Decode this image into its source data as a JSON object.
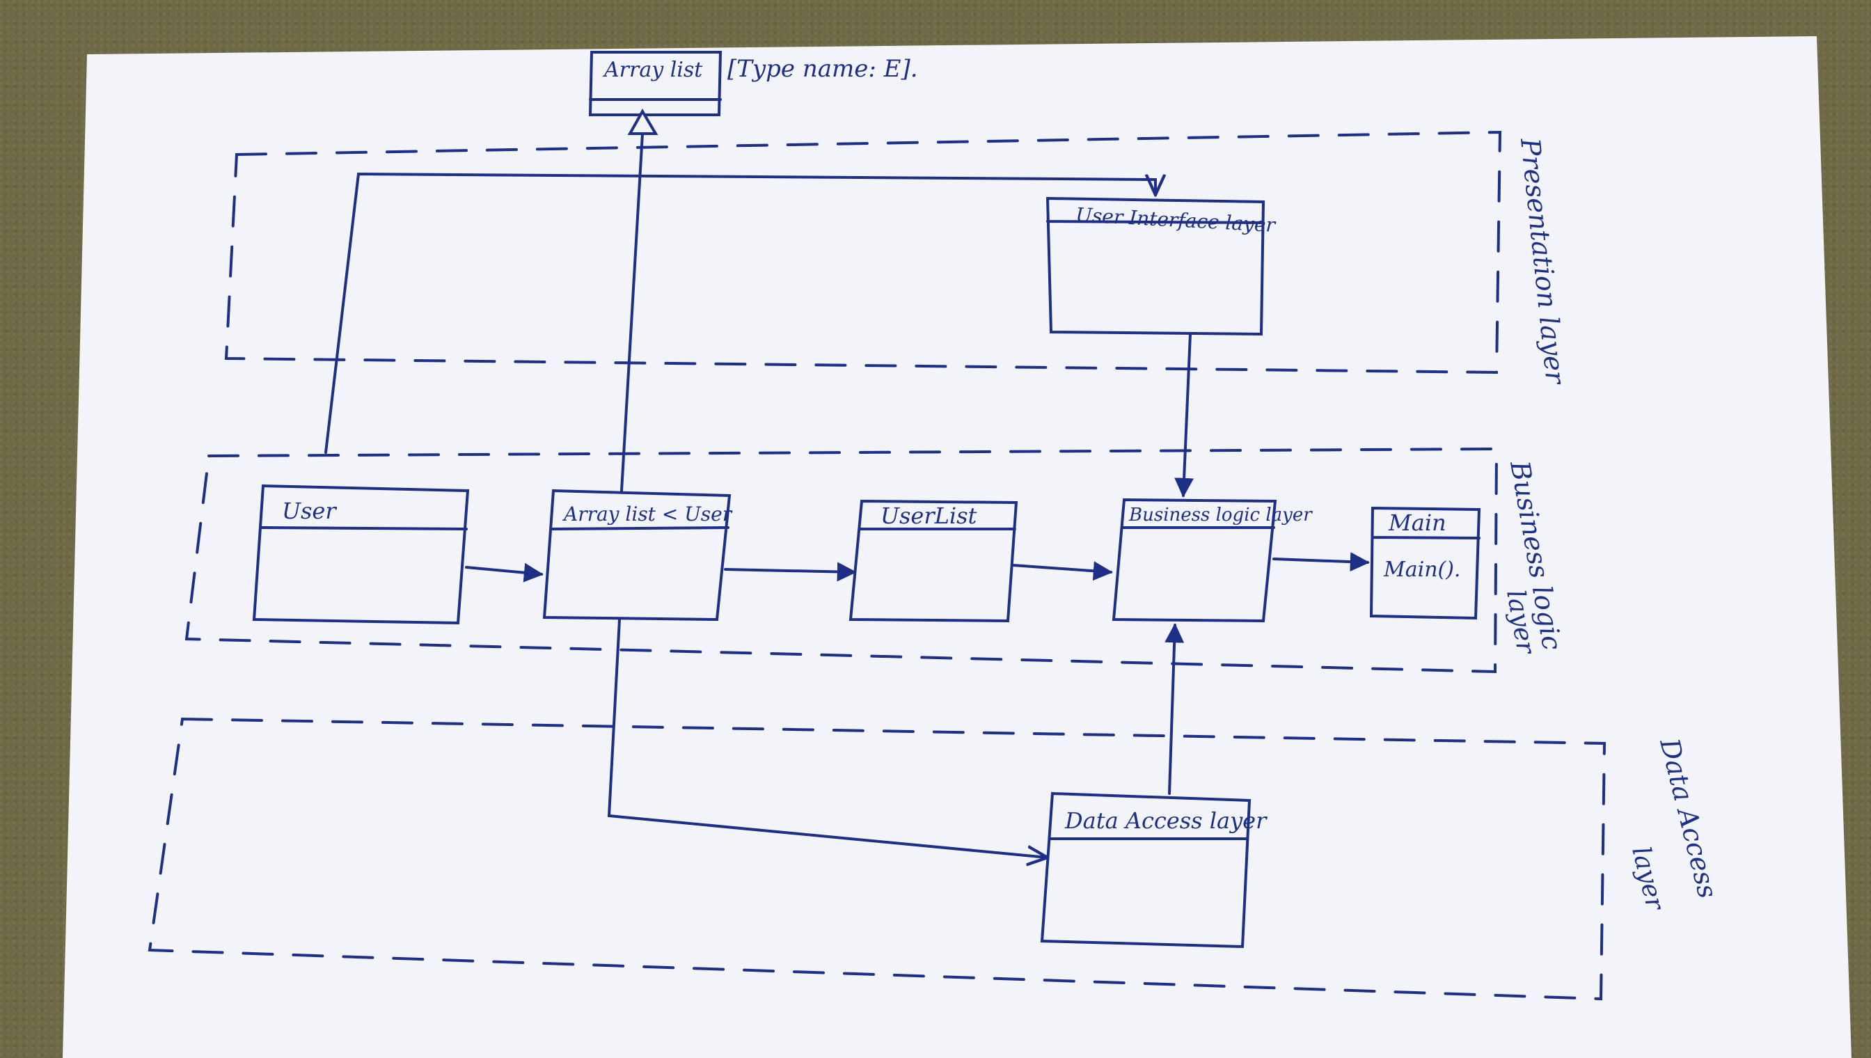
{
  "diagram": {
    "ink_color": "#1d2f86",
    "paper_color": "#f3f4fa",
    "background_color": "#6f6a45",
    "layers": {
      "presentation": "Presentation layer",
      "business_line1": "Business logic",
      "business_line2": "layer",
      "data_line1": "Data Access",
      "data_line2": "layer"
    },
    "classes": {
      "arraylist_generic": "Array list",
      "type_param": "[Type name: E].",
      "user_interface": "User Interface layer",
      "user": "User",
      "arraylist_user": "Array list < User",
      "user_list": "UserList",
      "business": "Business logic layer",
      "main_title": "Main",
      "main_method": "Main().",
      "data_access": "Data Access layer"
    }
  }
}
